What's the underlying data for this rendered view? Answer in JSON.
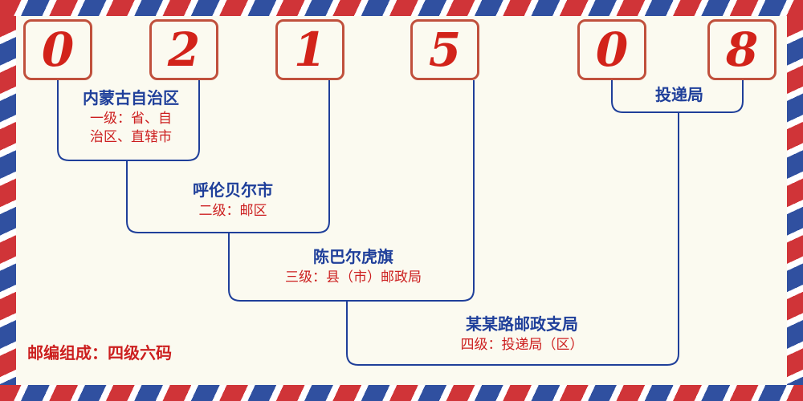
{
  "postal_code": {
    "digits": [
      "0",
      "2",
      "1",
      "5",
      "0",
      "8"
    ]
  },
  "labels": [
    {
      "name": "内蒙古自治区",
      "level_lines": [
        "一级：省、自",
        "治区、直辖市"
      ]
    },
    {
      "name": "呼伦贝尔市",
      "level_lines": [
        "二级：邮区"
      ]
    },
    {
      "name": "陈巴尔虎旗",
      "level_lines": [
        "三级：县（市）邮政局"
      ]
    },
    {
      "name": "某某路邮政支局",
      "level_lines": [
        "四级：投递局（区）"
      ]
    },
    {
      "name": "投递局",
      "level_lines": []
    }
  ],
  "footer": {
    "note": "邮编组成：四级六码"
  },
  "colors": {
    "page_bg": "#fbfaf0",
    "digit_red": "#d2231a",
    "label_blue": "#1f3f9a",
    "level_red": "#cc1f1f",
    "line_blue": "#1f3f9a",
    "box_border": "#c0503c",
    "airmail_red": "#d03438",
    "airmail_blue": "#3050a0"
  }
}
